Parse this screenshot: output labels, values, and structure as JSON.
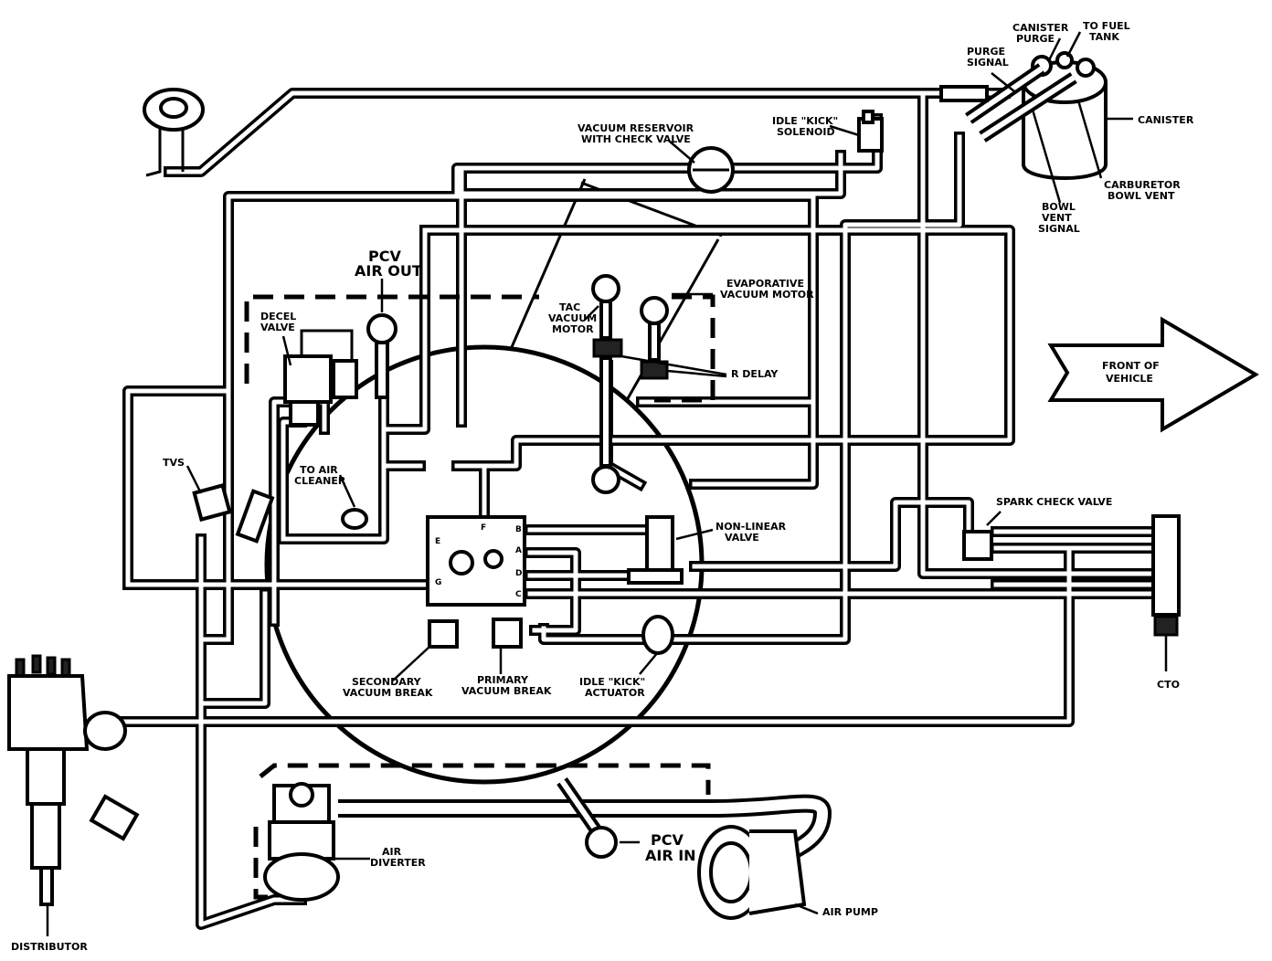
{
  "labels": {
    "canister_purge": [
      "CANISTER",
      "PURGE"
    ],
    "to_fuel_tank": [
      "TO FUEL",
      "TANK"
    ],
    "purge_signal": [
      "PURGE",
      "SIGNAL"
    ],
    "canister": "CANISTER",
    "carburetor_bowl_vent": [
      "CARBURETOR",
      "BOWL VENT"
    ],
    "bowl_vent_signal": [
      "BOWL",
      "VENT",
      "SIGNAL"
    ],
    "vacuum_reservoir": [
      "VACUUM RESERVOIR",
      "WITH CHECK VALVE"
    ],
    "idle_kick_solenoid": [
      "IDLE \"KICK\"",
      "SOLENOID"
    ],
    "pcv_air_out": [
      "PCV",
      "AIR OUT"
    ],
    "evaporative_vacuum_motor": [
      "EVAPORATIVE",
      "VACUUM MOTOR"
    ],
    "tac_vacuum_motor": [
      "TAC",
      "VACUUM",
      "MOTOR"
    ],
    "r_delay": "R DELAY",
    "front_of_vehicle": [
      "FRONT OF",
      "VEHICLE"
    ],
    "decel_valve": [
      "DECEL",
      "VALVE"
    ],
    "tvs": "TVS",
    "to_air_cleaner": [
      "TO AIR",
      "CLEANER"
    ],
    "spark_check_valve": "SPARK CHECK VALVE",
    "non_linear_valve": [
      "NON-LINEAR",
      "VALVE"
    ],
    "secondary_vacuum_break": [
      "SECONDARY",
      "VACUUM BREAK"
    ],
    "primary_vacuum_break": [
      "PRIMARY",
      "VACUUM BREAK"
    ],
    "idle_kick_actuator": [
      "IDLE \"KICK\"",
      "ACTUATOR"
    ],
    "cto": "CTO",
    "air_diverter": [
      "AIR",
      "DIVERTER"
    ],
    "pcv_air_in": [
      "PCV",
      "AIR IN"
    ],
    "air_pump": "AIR PUMP",
    "distributor": "DISTRIBUTOR"
  },
  "ports": {
    "E": "E",
    "F": "F",
    "G": "G",
    "B": "B",
    "A": "A",
    "D": "D",
    "C": "C"
  }
}
